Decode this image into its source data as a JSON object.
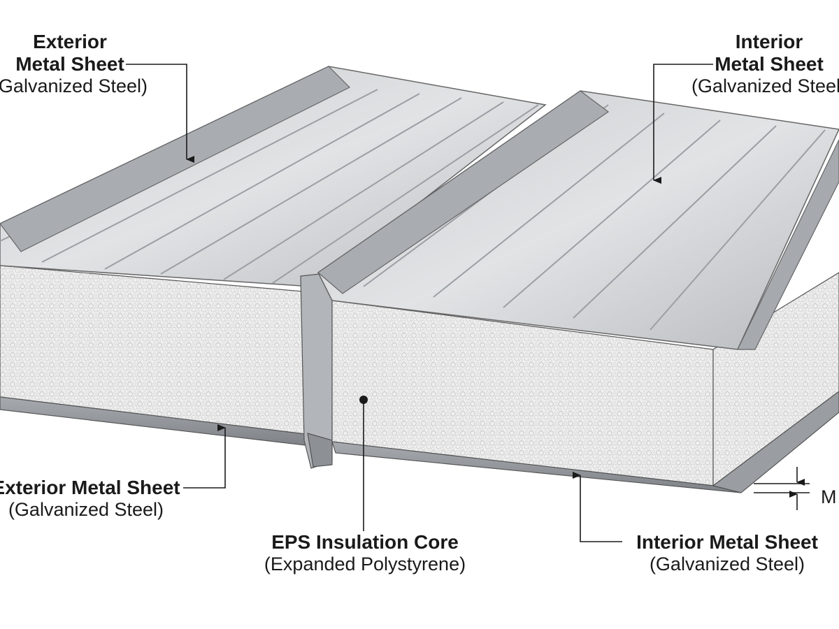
{
  "labels": {
    "exterior_top": {
      "line1": "Exterior",
      "line2": "Metal Sheet",
      "line3": "(Galvanized Steel)"
    },
    "interior_top": {
      "line1": "Interior",
      "line2": "Metal Sheet",
      "line3": "(Galvanized Steel)"
    },
    "exterior_bottom": {
      "line1": "Exterior Metal Sheet",
      "line2": "(Galvanized Steel)"
    },
    "eps_core": {
      "line1": "EPS Insulation Core",
      "line2": "(Expanded Polystyrene)"
    },
    "interior_bottom": {
      "line1": "Interior Metal Sheet",
      "line2": "(Galvanized Steel)"
    },
    "thickness_mark": "M"
  },
  "colors": {
    "steel_light": "#d9dbdd",
    "steel_mid": "#b9bcc0",
    "steel_dark": "#8e9297",
    "foam": "#eeeeee",
    "foam_cell": "#c9c9c9",
    "leader": "#1a1a1a"
  }
}
